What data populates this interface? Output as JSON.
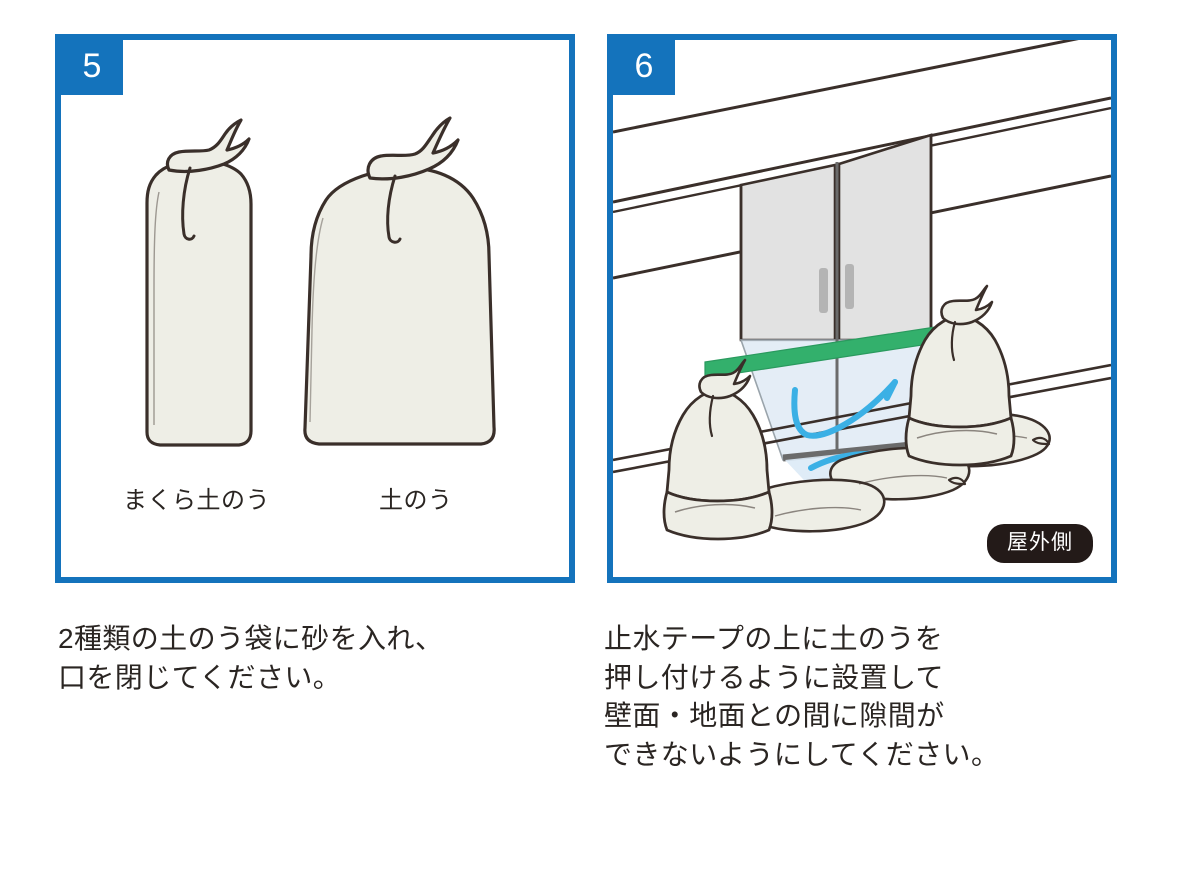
{
  "document": {
    "kind": "flood-protection-instruction-sheet",
    "background_color": "#ffffff"
  },
  "colors": {
    "accent_blue": "#1473bc",
    "tape_green": "#33b06c",
    "water_blue": "#3bb0e5",
    "bag_fill": "#eeeee6",
    "outline_dark": "#3a2f2a",
    "door_glass": "#e2e2e2",
    "badge_dark": "#231a18",
    "text": "#2a2522"
  },
  "panels": [
    {
      "id": "panel-5",
      "step_number": "5",
      "labels": [
        {
          "id": "pillow",
          "text": "まくら土のう"
        },
        {
          "id": "normal",
          "text": "土のう"
        }
      ],
      "caption": "2種類の土のう袋に砂を入れ、\n口を閉じてください。"
    },
    {
      "id": "panel-6",
      "step_number": "6",
      "badge": {
        "id": "outdoor",
        "text": "屋外側"
      },
      "caption": "止水テープの上に土のうを\n押し付けるように設置して\n壁面・地面との間に隙間が\nできないようにしてください。"
    }
  ]
}
